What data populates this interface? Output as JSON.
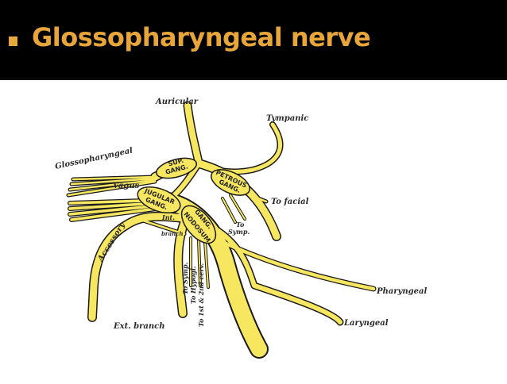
{
  "slide": {
    "title": "Glossopharyngeal nerve",
    "accent_color": "#e8a63a",
    "bullet_icon": "square-bullet-icon"
  },
  "diagram": {
    "nerve_color": "#f7e65f",
    "outline_color": "#1a1a1a",
    "labels": {
      "auricular": "Auricular",
      "tympanic": "Tympanic",
      "glossopharyngeal": "Glossopharyngeal",
      "vagus": "Vagus",
      "accessory": "Accessory",
      "to_facial": "To facial",
      "to_symp_right": "To",
      "to_symp_right_2": "Symp.",
      "int_branch": "Int.",
      "int_branch_2": "branch",
      "to_symp_down": "To Symp.",
      "to_hypogl": "To Hypogl.",
      "to_cerv": "To 1st & 2nd cerv.",
      "ext_branch": "Ext. branch",
      "pharyngeal": "Pharyngeal",
      "laryngeal": "Laryngeal"
    },
    "ganglia": {
      "sup_1": "SUP.",
      "sup_2": "GANG.",
      "petrous_1": "PETROUS",
      "petrous_2": "GANG.",
      "jugular_1": "JUGULAR",
      "jugular_2": "GANG.",
      "nodosum_1": "GANG.",
      "nodosum_2": "NODOSUM"
    }
  }
}
